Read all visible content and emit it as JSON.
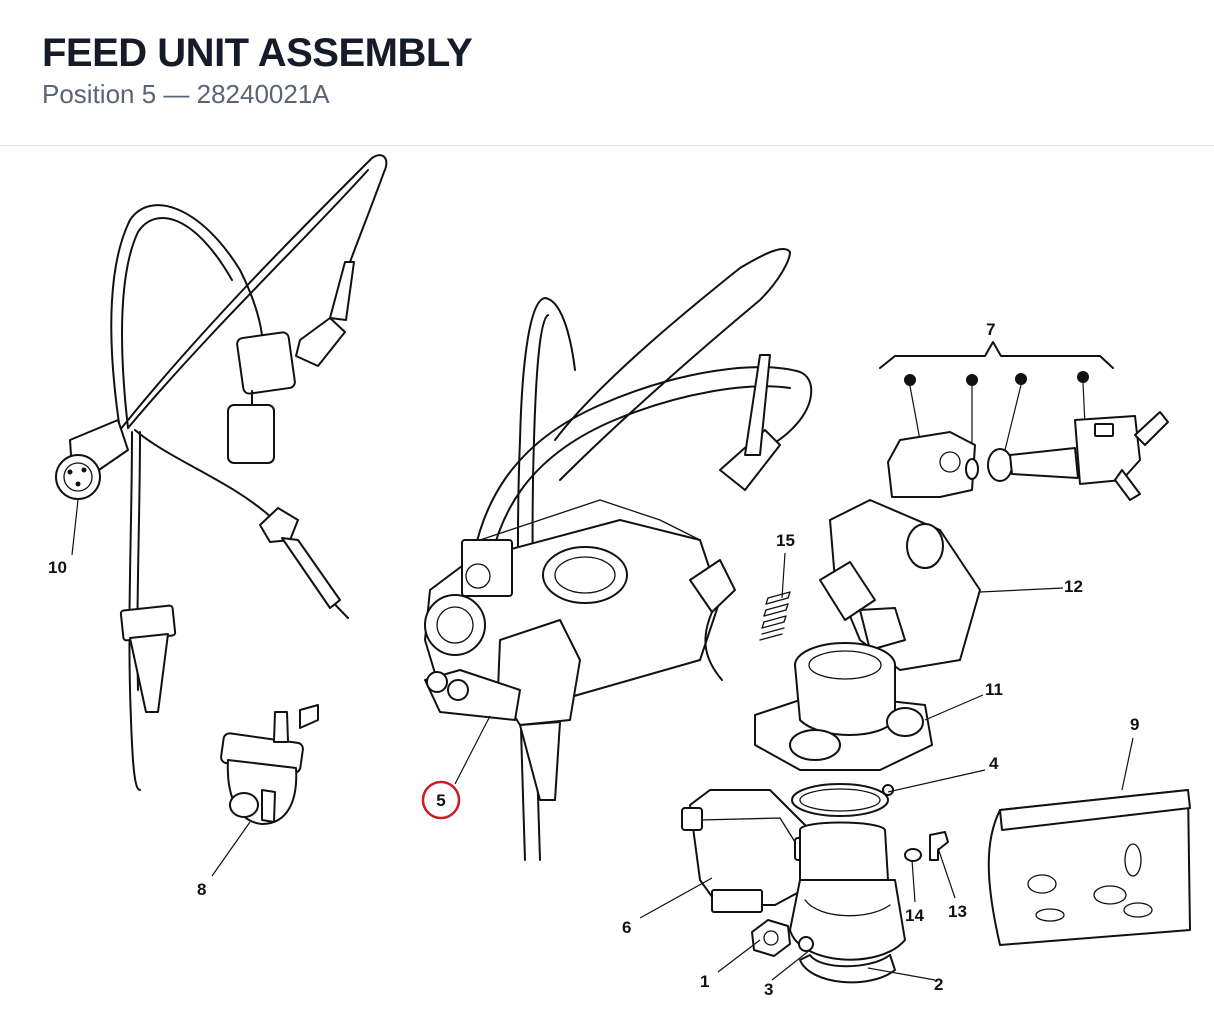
{
  "header": {
    "title": "FEED UNIT ASSEMBLY",
    "subtitle": "Position 5 — 28240021A"
  },
  "highlight": {
    "label": "5",
    "color": "#cc1a24"
  },
  "callouts": [
    {
      "label": "1"
    },
    {
      "label": "2"
    },
    {
      "label": "3"
    },
    {
      "label": "4"
    },
    {
      "label": "6"
    },
    {
      "label": "7"
    },
    {
      "label": "8"
    },
    {
      "label": "9"
    },
    {
      "label": "10"
    },
    {
      "label": "11"
    },
    {
      "label": "12"
    },
    {
      "label": "13"
    },
    {
      "label": "14"
    },
    {
      "label": "15"
    }
  ]
}
